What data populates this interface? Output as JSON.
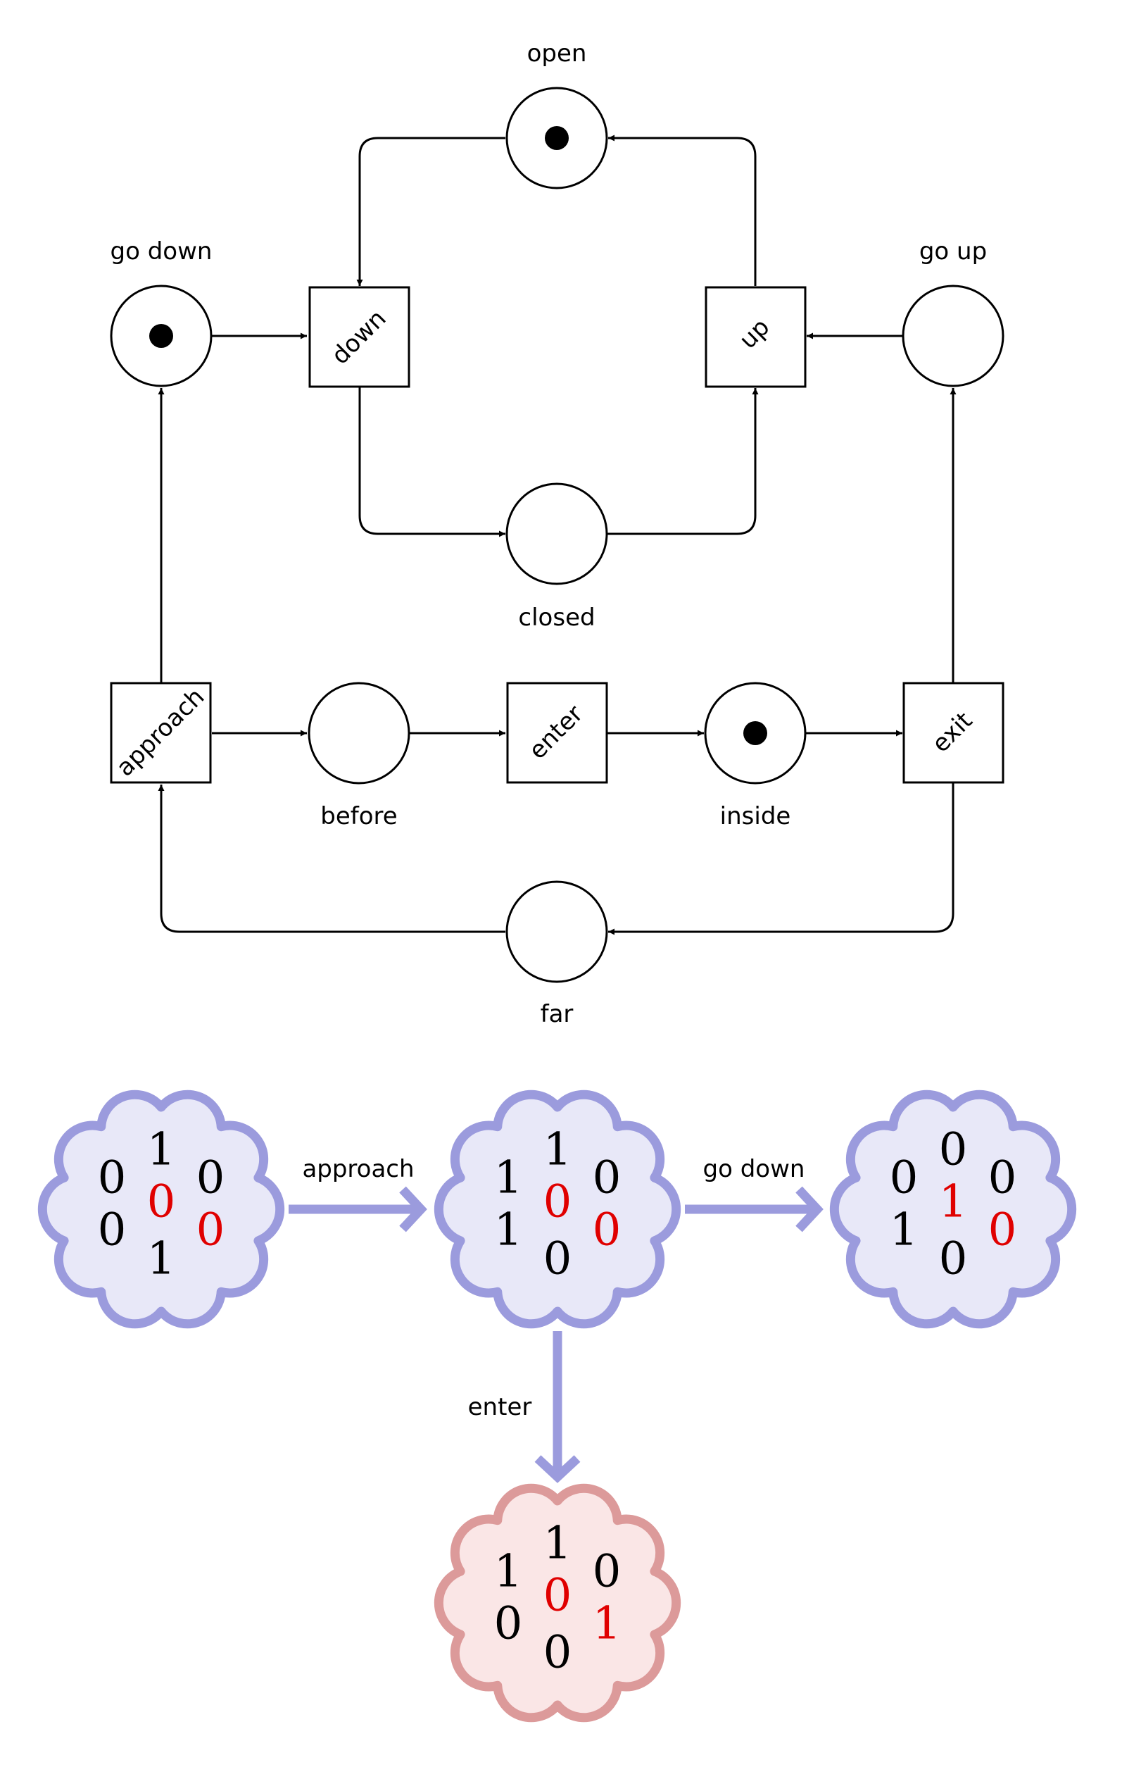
{
  "petri_net": {
    "places": [
      {
        "id": "open",
        "label": "open",
        "token": true
      },
      {
        "id": "go_down",
        "label": "go down",
        "token": true
      },
      {
        "id": "go_up",
        "label": "go up",
        "token": false
      },
      {
        "id": "closed",
        "label": "closed",
        "token": false
      },
      {
        "id": "before",
        "label": "before",
        "token": false
      },
      {
        "id": "inside",
        "label": "inside",
        "token": true
      },
      {
        "id": "far",
        "label": "far",
        "token": false
      }
    ],
    "transitions": [
      {
        "id": "down",
        "label": "down"
      },
      {
        "id": "up",
        "label": "up"
      },
      {
        "id": "approach",
        "label": "approach"
      },
      {
        "id": "enter",
        "label": "enter"
      },
      {
        "id": "exit",
        "label": "exit"
      }
    ],
    "arcs": [
      [
        "open",
        "down"
      ],
      [
        "down",
        "closed"
      ],
      [
        "closed",
        "up"
      ],
      [
        "up",
        "open"
      ],
      [
        "go_down",
        "down"
      ],
      [
        "go_up",
        "up"
      ],
      [
        "approach",
        "go_down"
      ],
      [
        "approach",
        "before"
      ],
      [
        "before",
        "enter"
      ],
      [
        "enter",
        "inside"
      ],
      [
        "inside",
        "exit"
      ],
      [
        "exit",
        "go_up"
      ],
      [
        "exit",
        "far"
      ],
      [
        "far",
        "approach"
      ]
    ]
  },
  "state_graph": {
    "states": [
      {
        "id": "s0",
        "kind": "normal",
        "top": "1",
        "left_top": "0",
        "center": "0",
        "right_top": "0",
        "left_bottom": "0",
        "right_bottom": "0",
        "bottom": "1"
      },
      {
        "id": "s1",
        "kind": "normal",
        "top": "1",
        "left_top": "1",
        "center": "0",
        "right_top": "0",
        "left_bottom": "1",
        "right_bottom": "0",
        "bottom": "0"
      },
      {
        "id": "s2",
        "kind": "normal",
        "top": "0",
        "left_top": "0",
        "center": "1",
        "right_top": "0",
        "left_bottom": "1",
        "right_bottom": "0",
        "bottom": "0"
      },
      {
        "id": "s3",
        "kind": "error",
        "top": "1",
        "left_top": "1",
        "center": "0",
        "right_top": "0",
        "left_bottom": "0",
        "right_bottom": "1",
        "bottom": "0"
      }
    ],
    "edges": [
      {
        "from": "s0",
        "to": "s1",
        "label": "approach"
      },
      {
        "from": "s1",
        "to": "s2",
        "label": "go down"
      },
      {
        "from": "s1",
        "to": "s3",
        "label": "enter"
      }
    ]
  },
  "colors": {
    "line": "#000000",
    "highlight_digit": "#e00000",
    "digit": "#000000",
    "normal_fill": "#e8e8f8",
    "normal_stroke": "#9b9bdd",
    "error_fill": "#fae6e6",
    "error_stroke": "#dc9a9a",
    "edge": "#9b9bdd"
  }
}
